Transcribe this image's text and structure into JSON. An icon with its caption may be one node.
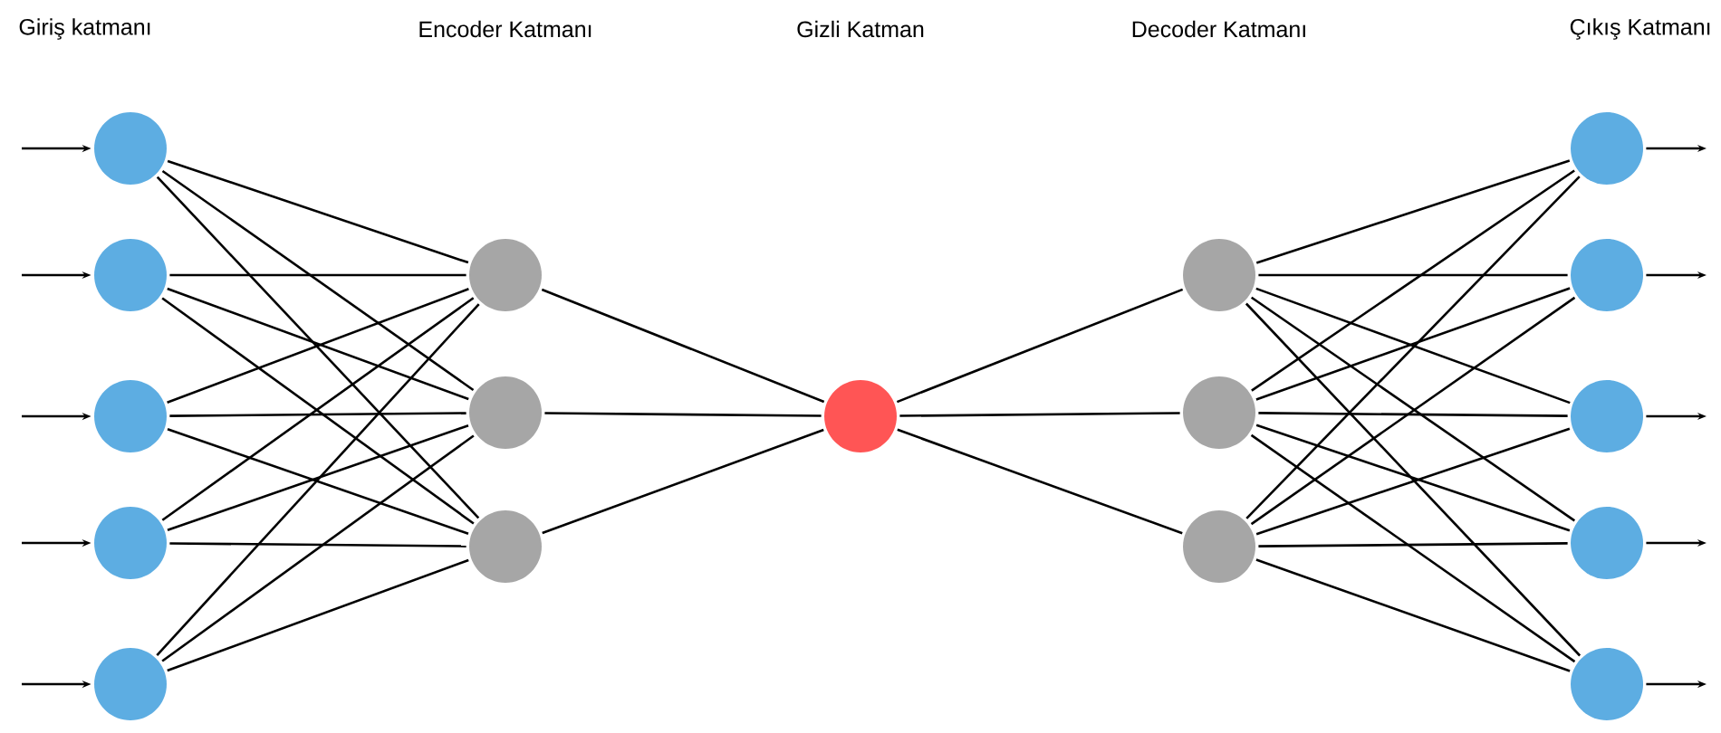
{
  "diagram": {
    "nodes": [
      {
        "text": [],
        "shape": "circle"
      },
      {
        "text": [],
        "shape": "circle"
      },
      {
        "text": [],
        "shape": "circle"
      },
      {
        "text": [],
        "shape": "circle"
      },
      {
        "text": [],
        "shape": "circle"
      },
      {
        "text": [],
        "shape": "circle"
      },
      {
        "text": [],
        "shape": "circle"
      },
      {
        "text": [],
        "shape": "circle"
      },
      {
        "text": [],
        "shape": "circle"
      },
      {
        "text": [],
        "shape": "circle"
      },
      {
        "text": [],
        "shape": "circle"
      },
      {
        "text": [],
        "shape": "circle"
      },
      {
        "text": [],
        "shape": "circle"
      },
      {
        "text": [],
        "shape": "circle"
      },
      {
        "text": [],
        "shape": "circle"
      },
      {
        "text": [],
        "shape": "circle"
      },
      {
        "text": [],
        "shape": "circle"
      }
    ],
    "edges": [
      {
        "from": null,
        "to": 0,
        "arrow": "to"
      },
      {
        "from": null,
        "to": 1,
        "arrow": "to"
      },
      {
        "from": null,
        "to": 2,
        "arrow": "to"
      },
      {
        "from": null,
        "to": 3,
        "arrow": "to"
      },
      {
        "from": null,
        "to": 4,
        "arrow": "to"
      },
      {
        "from": 0,
        "to": 5,
        "arrow": "none"
      },
      {
        "from": 0,
        "to": 6,
        "arrow": "none"
      },
      {
        "from": 0,
        "to": 7,
        "arrow": "none"
      },
      {
        "from": 1,
        "to": 5,
        "arrow": "none"
      },
      {
        "from": 1,
        "to": 6,
        "arrow": "none"
      },
      {
        "from": 1,
        "to": 7,
        "arrow": "none"
      },
      {
        "from": 2,
        "to": 5,
        "arrow": "none"
      },
      {
        "from": 2,
        "to": 6,
        "arrow": "none"
      },
      {
        "from": 2,
        "to": 7,
        "arrow": "none"
      },
      {
        "from": 3,
        "to": 5,
        "arrow": "none"
      },
      {
        "from": 3,
        "to": 6,
        "arrow": "none"
      },
      {
        "from": 3,
        "to": 7,
        "arrow": "none"
      },
      {
        "from": 4,
        "to": 5,
        "arrow": "none"
      },
      {
        "from": 4,
        "to": 6,
        "arrow": "none"
      },
      {
        "from": 4,
        "to": 7,
        "arrow": "none"
      },
      {
        "from": 5,
        "to": 8,
        "arrow": "none"
      },
      {
        "from": 6,
        "to": 8,
        "arrow": "none"
      },
      {
        "from": 7,
        "to": 8,
        "arrow": "none"
      },
      {
        "from": 8,
        "to": 9,
        "arrow": "none"
      },
      {
        "from": 8,
        "to": 10,
        "arrow": "none"
      },
      {
        "from": 8,
        "to": 11,
        "arrow": "none"
      },
      {
        "from": 9,
        "to": 12,
        "arrow": "none"
      },
      {
        "from": 9,
        "to": 13,
        "arrow": "none"
      },
      {
        "from": 9,
        "to": 14,
        "arrow": "none"
      },
      {
        "from": 9,
        "to": 15,
        "arrow": "none"
      },
      {
        "from": 9,
        "to": 16,
        "arrow": "none"
      },
      {
        "from": 10,
        "to": 12,
        "arrow": "none"
      },
      {
        "from": 10,
        "to": 13,
        "arrow": "none"
      },
      {
        "from": 10,
        "to": 14,
        "arrow": "none"
      },
      {
        "from": 10,
        "to": 15,
        "arrow": "none"
      },
      {
        "from": 10,
        "to": 16,
        "arrow": "none"
      },
      {
        "from": 11,
        "to": 12,
        "arrow": "none"
      },
      {
        "from": 11,
        "to": 13,
        "arrow": "none"
      },
      {
        "from": 11,
        "to": 14,
        "arrow": "none"
      },
      {
        "from": 11,
        "to": 15,
        "arrow": "none"
      },
      {
        "from": 11,
        "to": 16,
        "arrow": "none"
      },
      {
        "from": 12,
        "to": null,
        "arrow": "to"
      },
      {
        "from": 13,
        "to": null,
        "arrow": "to"
      },
      {
        "from": 14,
        "to": null,
        "arrow": "to"
      },
      {
        "from": 15,
        "to": null,
        "arrow": "to"
      },
      {
        "from": 16,
        "to": null,
        "arrow": "to"
      }
    ],
    "labels": [
      "Giriş katmanı",
      "Encoder Katmanı",
      "Gizli Katman",
      "Decoder Katmanı",
      "Çıkış Katmanı"
    ]
  }
}
